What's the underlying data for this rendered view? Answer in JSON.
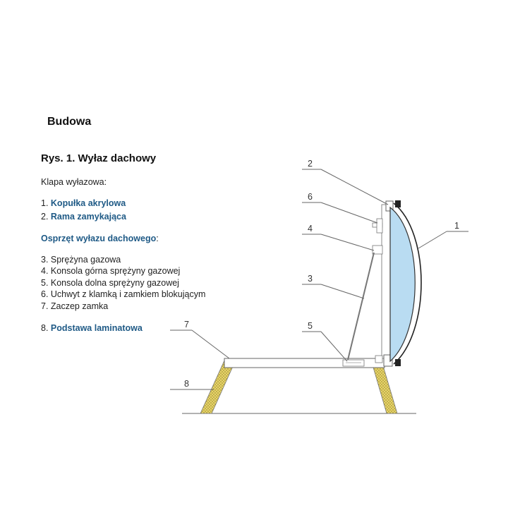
{
  "section_title": "Budowa",
  "figure_title": "Rys. 1. Wyłaz dachowy",
  "hatch": {
    "label": "Klapa wyłazowa:"
  },
  "items": [
    {
      "num": "1. ",
      "label": "Kopułka akrylowa"
    },
    {
      "num": "2. ",
      "label": "Rama zamykająca"
    }
  ],
  "accessories": {
    "label": "Osprzęt wyłazu dachowego",
    "suffix": ":"
  },
  "accessory_items": [
    "3. Sprężyna gazowa",
    "4. Konsola górna sprężyny gazowej",
    "5. Konsola dolna sprężyny gazowej",
    "6. Uchwyt z klamką i zamkiem blokującym",
    "7. Zaczep zamka"
  ],
  "base": {
    "num": "8. ",
    "label": "Podstawa laminatowa"
  },
  "callouts": [
    "1",
    "2",
    "3",
    "4",
    "5",
    "6",
    "7",
    "8"
  ],
  "colors": {
    "accent": "#1f5a86",
    "dome_fill": "#b9dcf2",
    "laminate": "#e7d46a",
    "line": "#555555"
  }
}
